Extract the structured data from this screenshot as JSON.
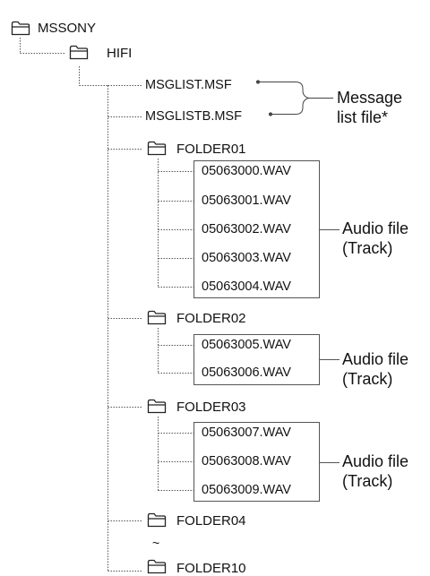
{
  "root": {
    "name": "MSSONY",
    "icon": "folder-icon"
  },
  "hifi": {
    "name": "HIFI",
    "icon": "folder-icon"
  },
  "msf_files": [
    "MSGLIST.MSF",
    "MSGLISTB.MSF"
  ],
  "message_note": "Message\nlist file*",
  "audio_note": "Audio file\n(Track)",
  "folders": [
    {
      "name": "FOLDER01",
      "files": [
        "05063000.WAV",
        "05063001.WAV",
        "05063002.WAV",
        "05063003.WAV",
        "05063004.WAV"
      ]
    },
    {
      "name": "FOLDER02",
      "files": [
        "05063005.WAV",
        "05063006.WAV"
      ]
    },
    {
      "name": "FOLDER03",
      "files": [
        "05063007.WAV",
        "05063008.WAV",
        "05063009.WAV"
      ]
    },
    {
      "name": "FOLDER04",
      "files": []
    },
    {
      "name": "FOLDER10",
      "files": []
    }
  ],
  "ellipsis_glyph": "~"
}
